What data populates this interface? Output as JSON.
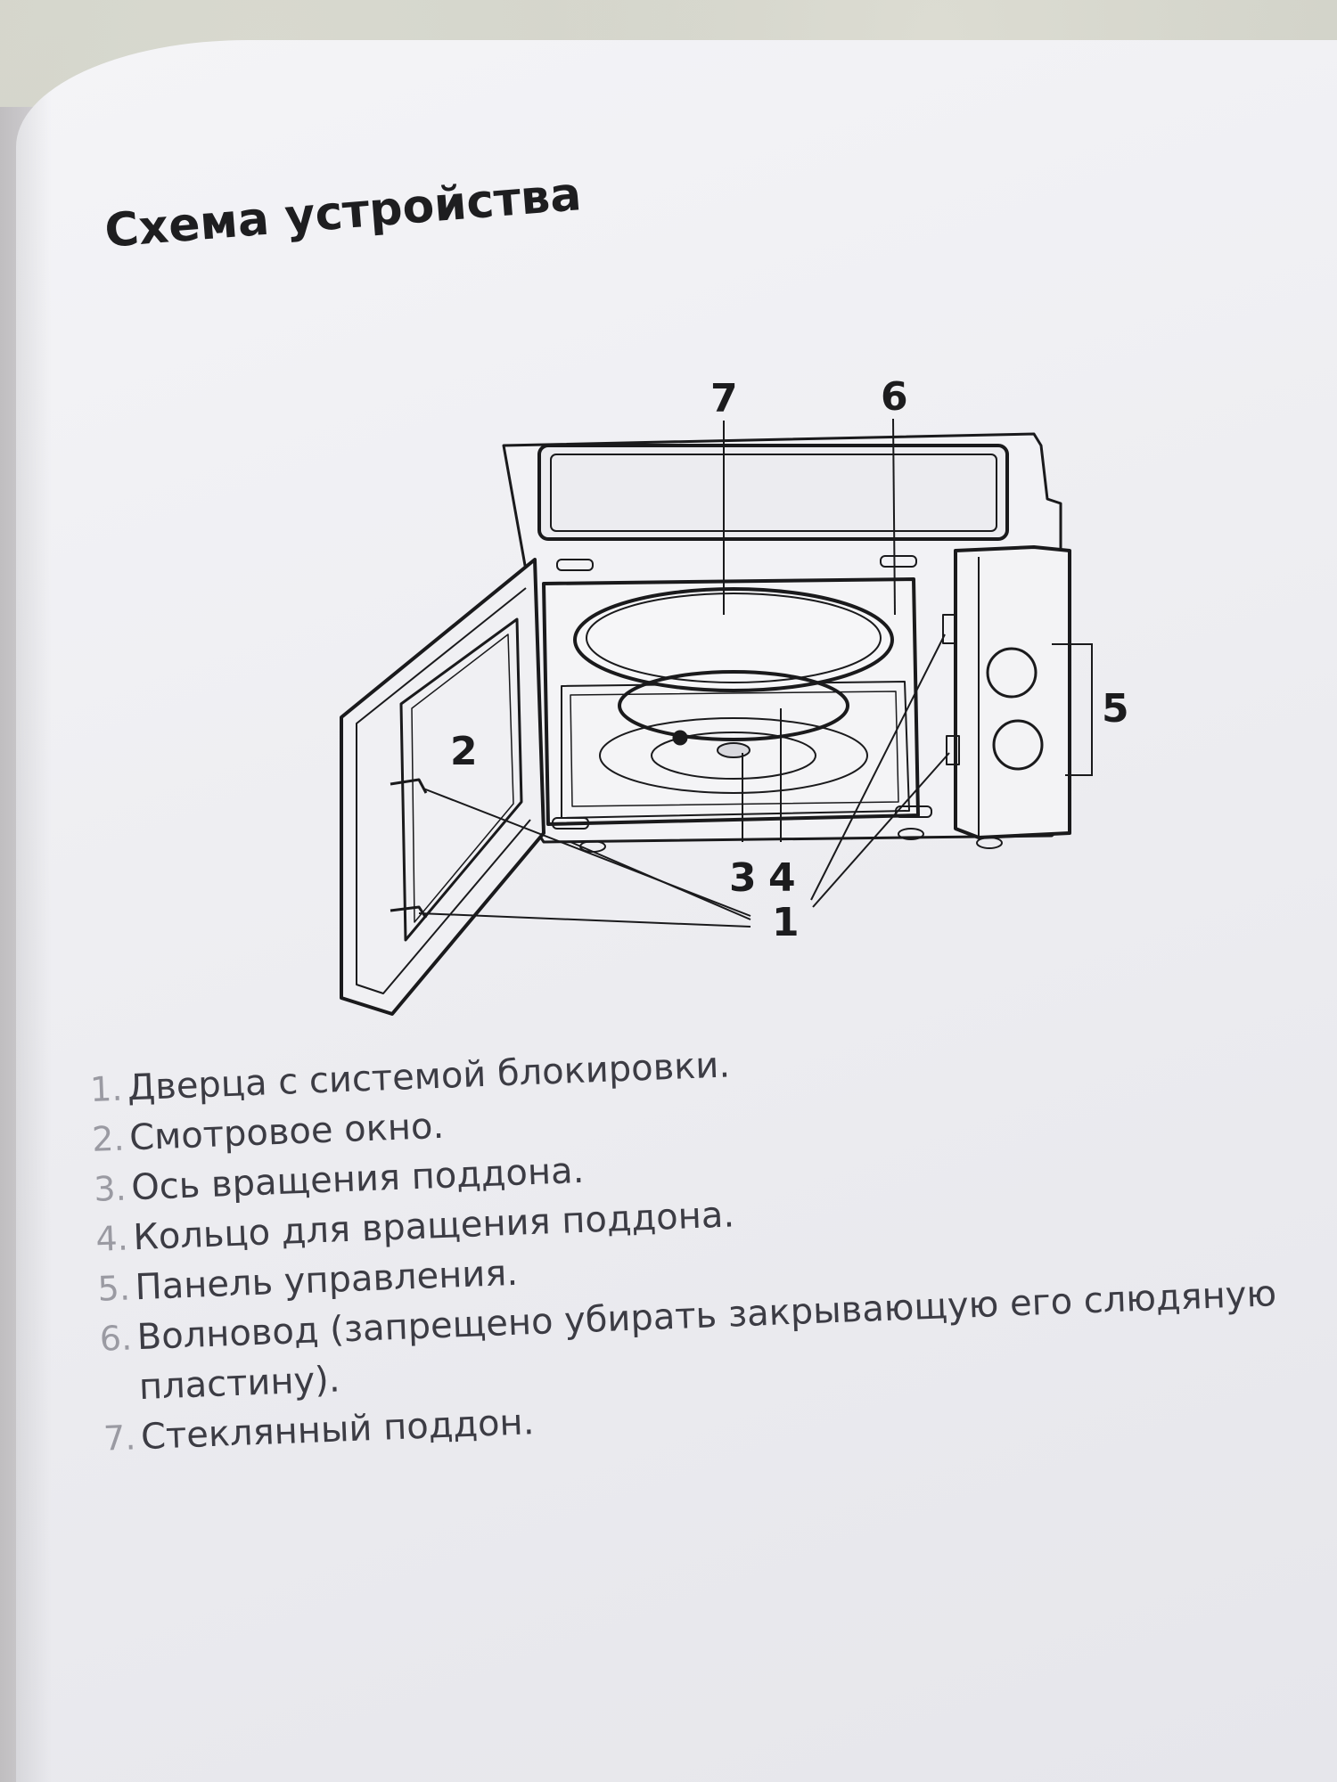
{
  "page": {
    "title": "Схема устройства"
  },
  "diagram": {
    "callouts": {
      "c1": "1",
      "c2": "2",
      "c3": "3",
      "c4": "4",
      "c5": "5",
      "c6": "6",
      "c7": "7"
    }
  },
  "legend": {
    "items": [
      {
        "num": "1.",
        "text": "Дверца с системой блокировки."
      },
      {
        "num": "2.",
        "text": "Смотровое окно."
      },
      {
        "num": "3.",
        "text": "Ось вращения поддона."
      },
      {
        "num": "4.",
        "text": "Кольцо для вращения поддона."
      },
      {
        "num": "5.",
        "text": "Панель управления."
      },
      {
        "num": "6.",
        "text": "Волновод (запрещено убирать закрывающую его слюдяную",
        "cont": "пластину)."
      },
      {
        "num": "7.",
        "text": "Стеклянный поддон."
      }
    ]
  }
}
